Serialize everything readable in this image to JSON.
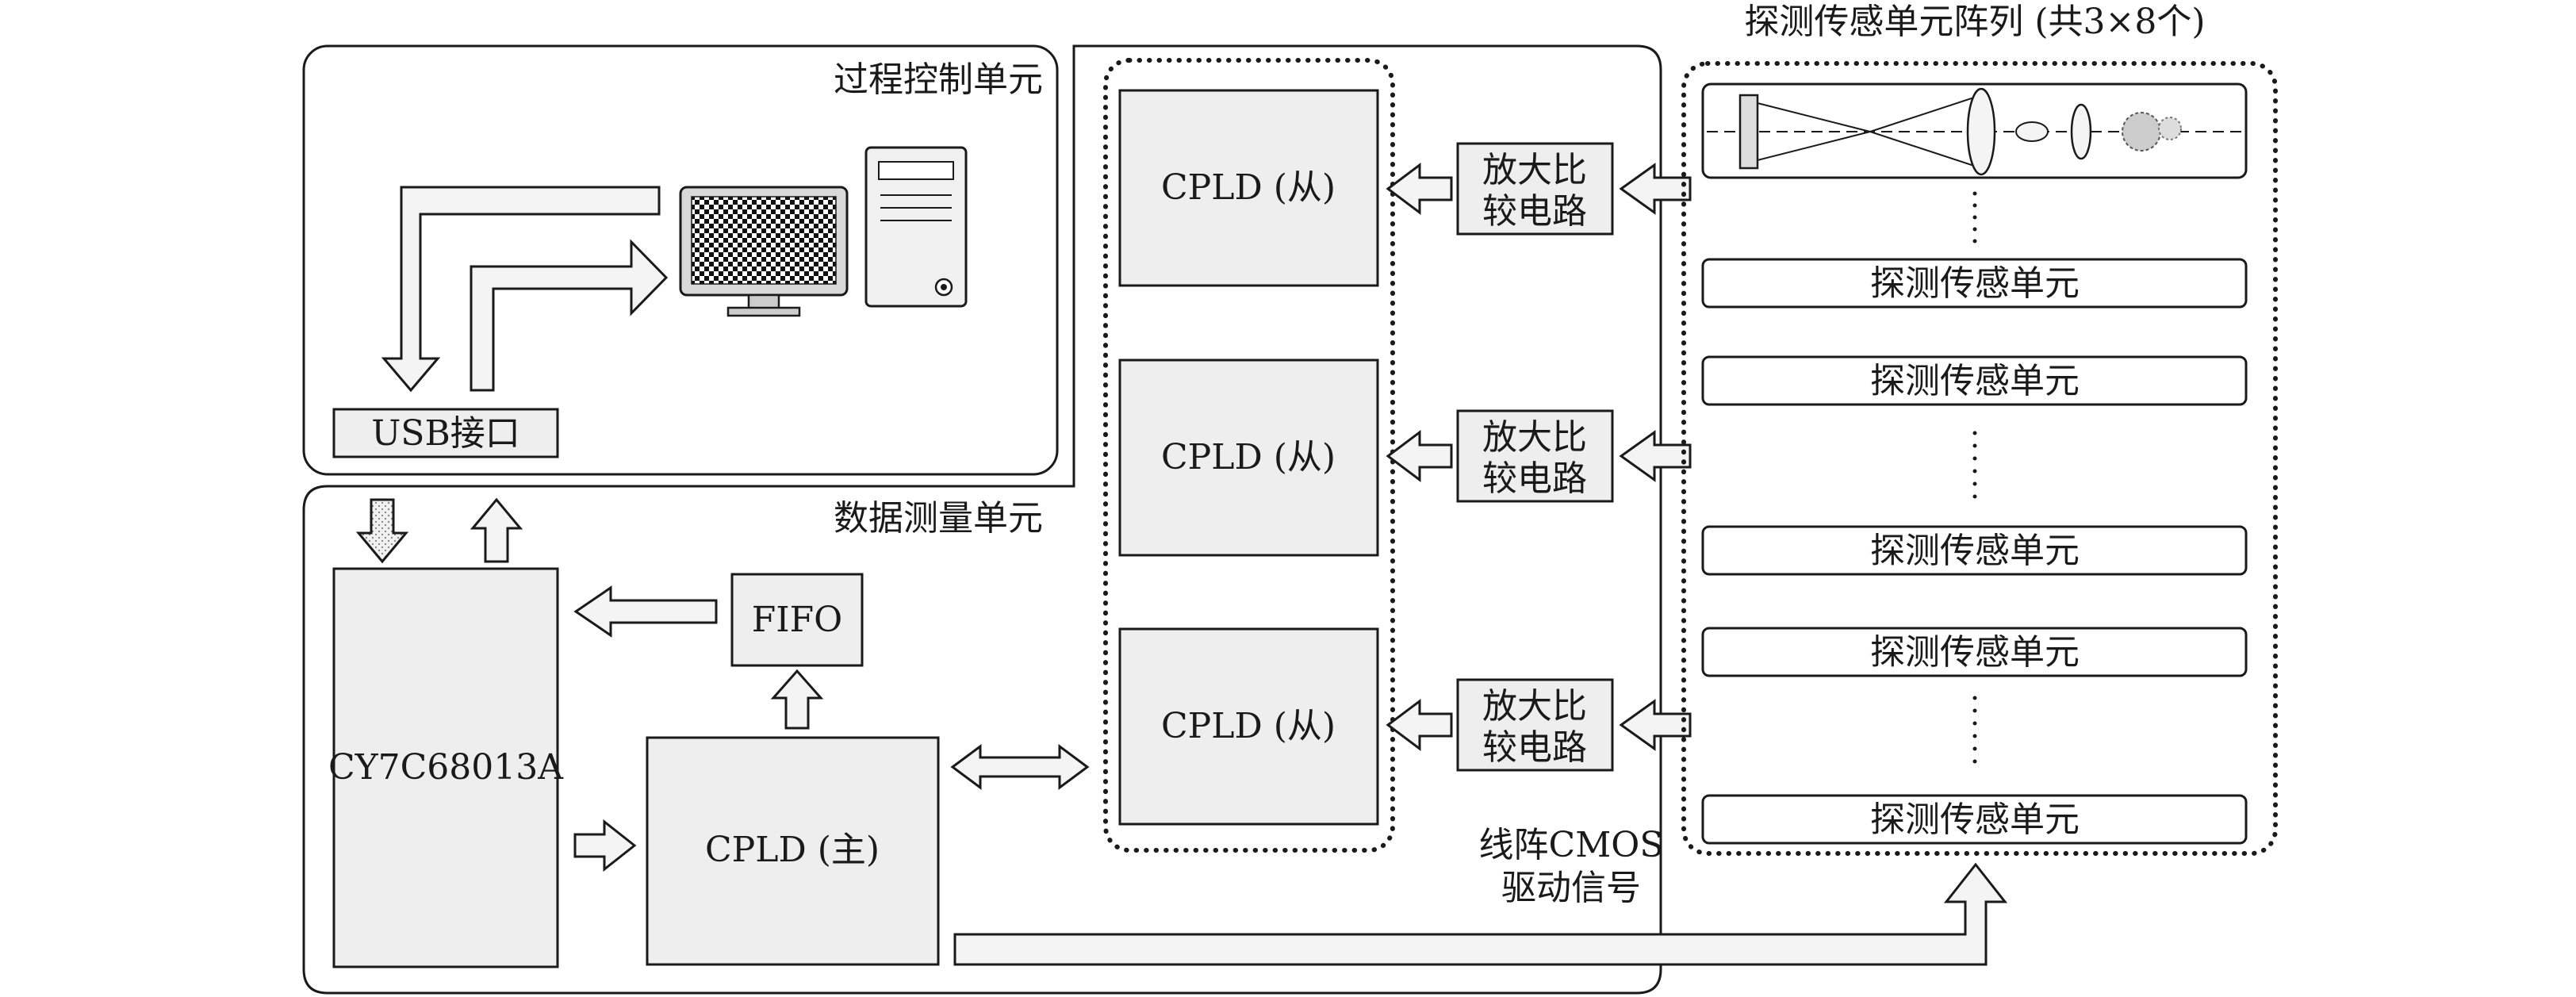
{
  "process_unit": {
    "title": "过程控制单元",
    "usb_label": "USB接口"
  },
  "measure_unit": {
    "title": "数据测量单元",
    "mcu_label": "CY7C68013A",
    "fifo_label": "FIFO",
    "master_label": "CPLD (主)"
  },
  "slaves": [
    {
      "label": "CPLD (从)"
    },
    {
      "label": "CPLD (从)"
    },
    {
      "label": "CPLD (从)"
    }
  ],
  "amps": [
    {
      "line1": "放大比",
      "line2": "较电路"
    },
    {
      "line1": "放大比",
      "line2": "较电路"
    },
    {
      "line1": "放大比",
      "line2": "较电路"
    }
  ],
  "drive_signal": {
    "line1": "线阵CMOS",
    "line2": "驱动信号"
  },
  "sensor_array": {
    "title": "探测传感单元阵列 (共3×8个)",
    "units": [
      "探测传感单元",
      "探测传感单元",
      "探测传感单元",
      "探测传感单元",
      "探测传感单元"
    ]
  }
}
